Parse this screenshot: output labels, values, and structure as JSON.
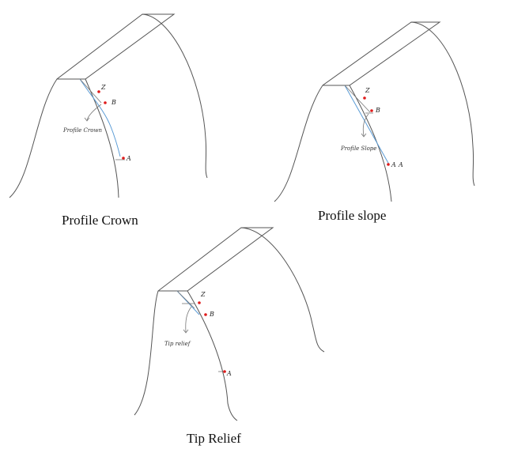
{
  "panels": [
    {
      "caption": "Profile Crown",
      "annotation": "Profile Crown",
      "labels": {
        "z": "Z",
        "b": "B",
        "a": "A"
      }
    },
    {
      "caption": "Profile slope",
      "annotation": "Profile Slope",
      "labels": {
        "z": "Z",
        "b": "B",
        "a": "A",
        "a2": "A"
      }
    },
    {
      "caption": "Tip Relief",
      "annotation": "Tip relief",
      "labels": {
        "z": "Z",
        "b": "B",
        "a": "A"
      }
    }
  ],
  "colors": {
    "marker": "#e01b1b",
    "modification": "#5a9bd5",
    "outline": "#555555"
  }
}
